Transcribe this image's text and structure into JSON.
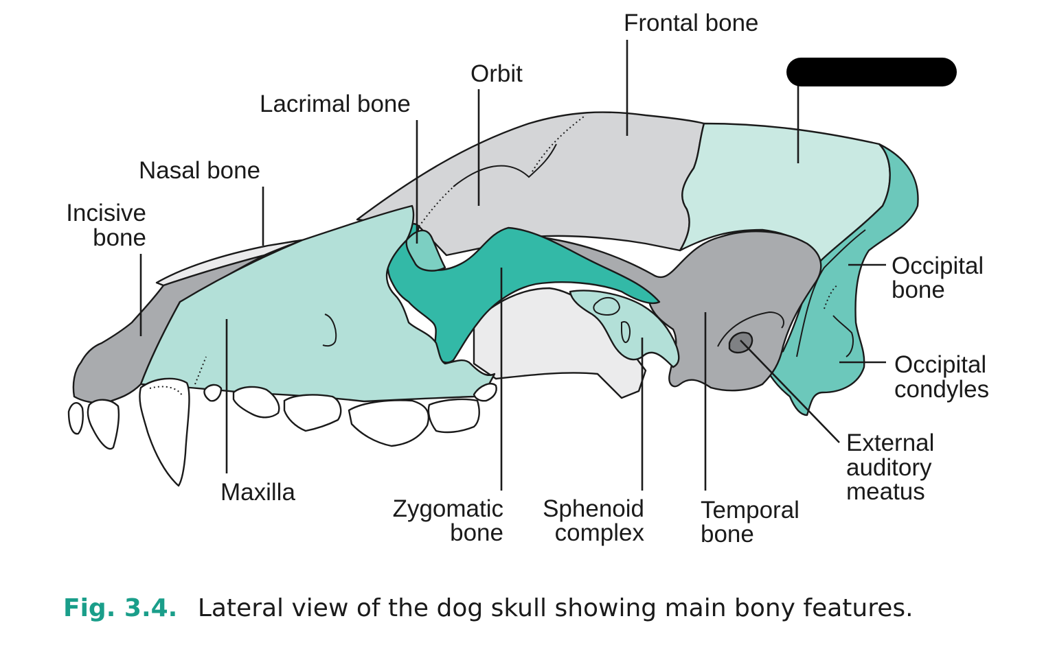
{
  "labels": {
    "frontal_bone": "Frontal bone",
    "orbit": "Orbit",
    "lacrimal_bone": "Lacrimal bone",
    "nasal_bone": "Nasal bone",
    "incisive_bone_line1": "Incisive",
    "incisive_bone_line2": "bone",
    "occipital_bone_line1": "Occipital",
    "occipital_bone_line2": "bone",
    "occipital_condyles_line1": "Occipital",
    "occipital_condyles_line2": "condyles",
    "external_auditory_meatus_line1": "External",
    "external_auditory_meatus_line2": "auditory",
    "external_auditory_meatus_line3": "meatus",
    "maxilla": "Maxilla",
    "zygomatic_bone_line1": "Zygomatic",
    "zygomatic_bone_line2": "bone",
    "sphenoid_complex_line1": "Sphenoid",
    "sphenoid_complex_line2": "complex",
    "temporal_bone_line1": "Temporal",
    "temporal_bone_line2": "bone"
  },
  "caption": {
    "figure_number": "Fig. 3.4.",
    "text": "Lateral view of the dog skull showing main bony features."
  },
  "colors": {
    "caption_accent": "#1a9e8a",
    "maxilla_fill": "#b3e0d8",
    "parietal_fill": "#c9e9e2",
    "zygomatic_fill": "#33b9a7",
    "occipital_fill": "#6cc8bb",
    "light_grey": "#d4d5d7",
    "mid_grey": "#a9abae",
    "pale_grey": "#ebebec",
    "dark_grey": "#7f8184",
    "redaction_bar": "#000000"
  }
}
